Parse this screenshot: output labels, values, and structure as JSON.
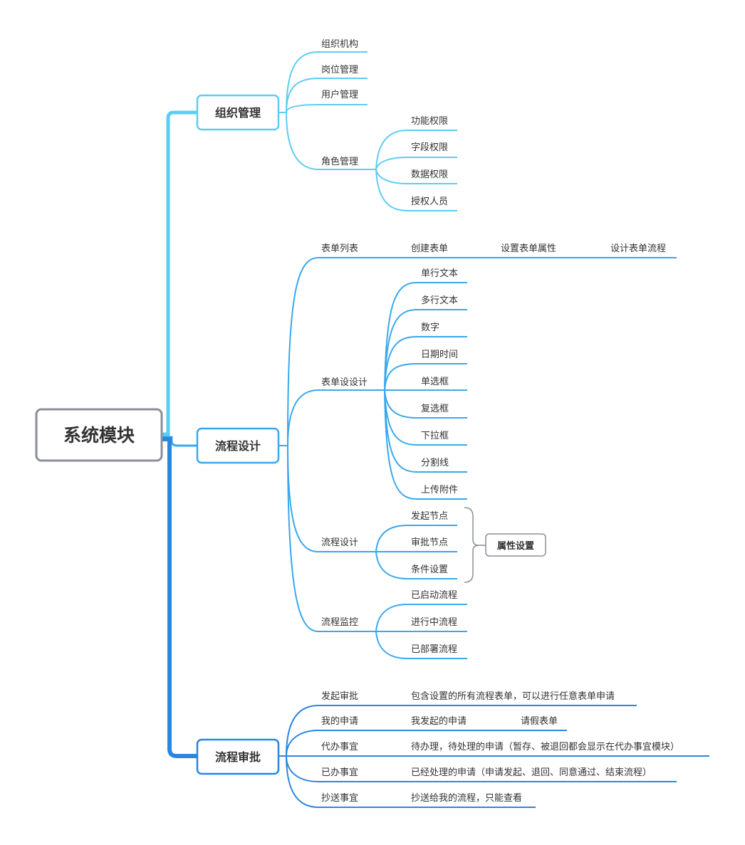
{
  "root": {
    "label": "系统模块"
  },
  "colors": {
    "branch_org": "#5ccdf2",
    "branch_flow": "#3aa8ec",
    "branch_approve": "#2b86e0",
    "root_border": "#8a8f98",
    "text": "#333333"
  },
  "branches": {
    "org": {
      "label": "组织管理",
      "children": {
        "org_struct": "组织机构",
        "post_mgmt": "岗位管理",
        "user_mgmt": "用户管理",
        "role_mgmt": "角色管理"
      },
      "role_children": {
        "func_perm": "功能权限",
        "field_perm": "字段权限",
        "data_perm": "数据权限",
        "auth_users": "授权人员"
      }
    },
    "flow": {
      "label": "流程设计",
      "form_list": {
        "label": "表单列表",
        "chain": [
          "创建表单",
          "设置表单属性",
          "设计表单流程"
        ]
      },
      "form_design": {
        "label": "表单设设计",
        "fields": [
          "单行文本",
          "多行文本",
          "数字",
          "日期时间",
          "单选框",
          "复选框",
          "下拉框",
          "分割线",
          "上传附件"
        ]
      },
      "process_design": {
        "label": "流程设计",
        "nodes": [
          "发起节点",
          "审批节点",
          "条件设置"
        ],
        "summary": "属性设置"
      },
      "monitor": {
        "label": "流程监控",
        "items": [
          "已启动流程",
          "进行中流程",
          "已部署流程"
        ]
      }
    },
    "approve": {
      "label": "流程审批",
      "items": [
        {
          "label": "发起审批",
          "desc": "包含设置的所有流程表单，可以进行任意表单申请"
        },
        {
          "label": "我的申请",
          "desc": "我发起的申请",
          "extra": "请假表单"
        },
        {
          "label": "代办事宜",
          "desc": "待办理，待处理的申请（暂存、被退回都会显示在代办事宜模块）"
        },
        {
          "label": "已办事宜",
          "desc": "已经处理的申请（申请发起、退回、同意通过、结束流程）"
        },
        {
          "label": "抄送事宜",
          "desc": "抄送给我的流程，只能查看"
        }
      ]
    }
  }
}
